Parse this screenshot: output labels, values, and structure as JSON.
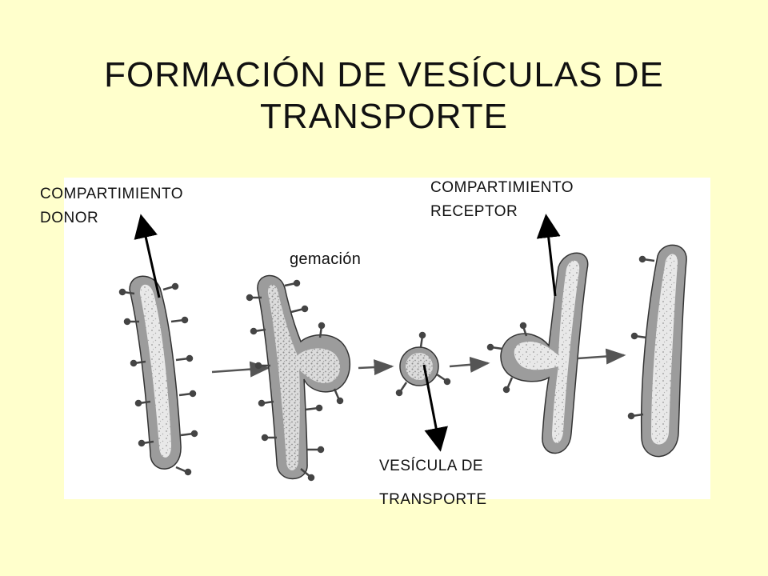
{
  "title": {
    "line1": "FORMACIÓN  DE  VESÍCULAS   DE",
    "line2": "TRANSPORTE"
  },
  "labels": {
    "donor": {
      "line1": "COMPARTIMIENTO",
      "line2": "DONOR"
    },
    "receptor": {
      "line1": "COMPARTIMIENTO",
      "line2": "RECEPTOR"
    },
    "gemacion": "gemación",
    "vesicula": {
      "line1": "VESÍCULA DE",
      "line2": "TRANSPORTE"
    }
  },
  "colors": {
    "background": "#ffffcc",
    "figure_background": "#ffffff",
    "membrane": "#9a9a9a",
    "interior": "#e6e6e6",
    "outline": "#333333",
    "pointer_arrow": "#000000"
  }
}
